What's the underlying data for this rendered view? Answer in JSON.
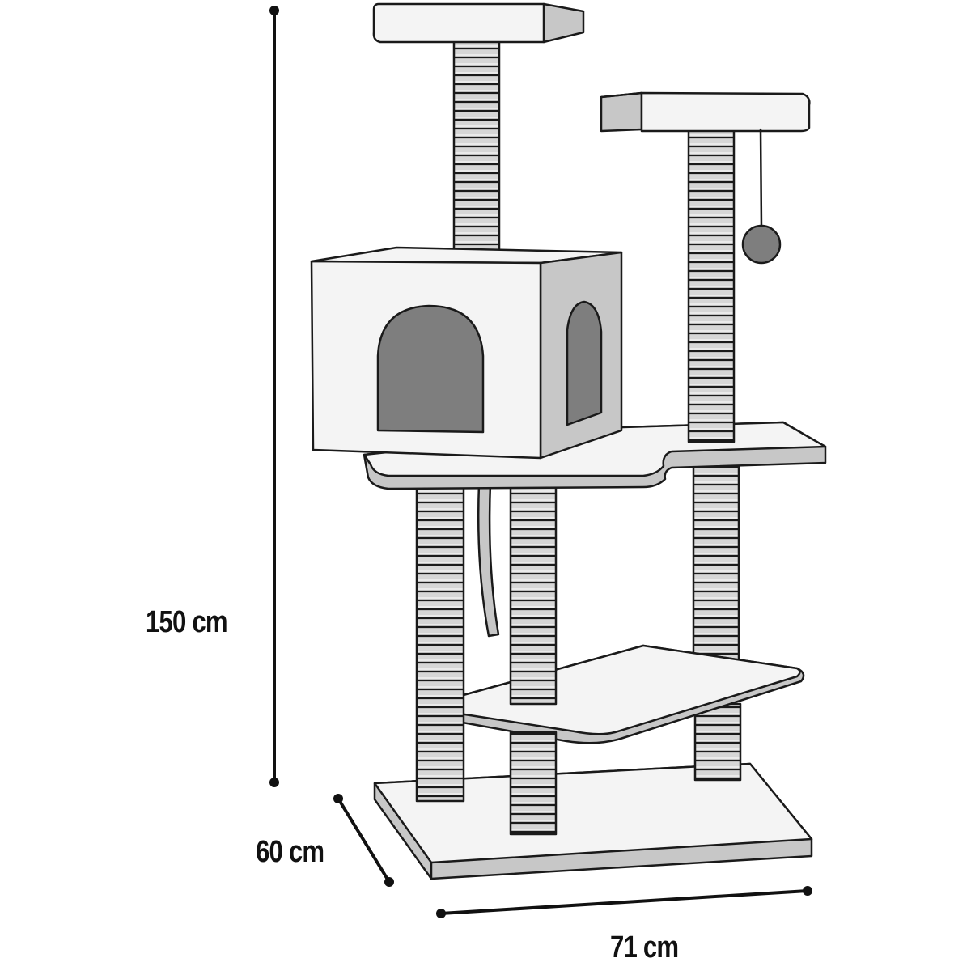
{
  "dimensions": {
    "height": "150 cm",
    "depth": "60 cm",
    "width": "71 cm"
  },
  "colors": {
    "outline": "#1a1a1a",
    "light": "#f4f4f4",
    "mid": "#c7c7c7",
    "dark": "#7e7e7e"
  }
}
